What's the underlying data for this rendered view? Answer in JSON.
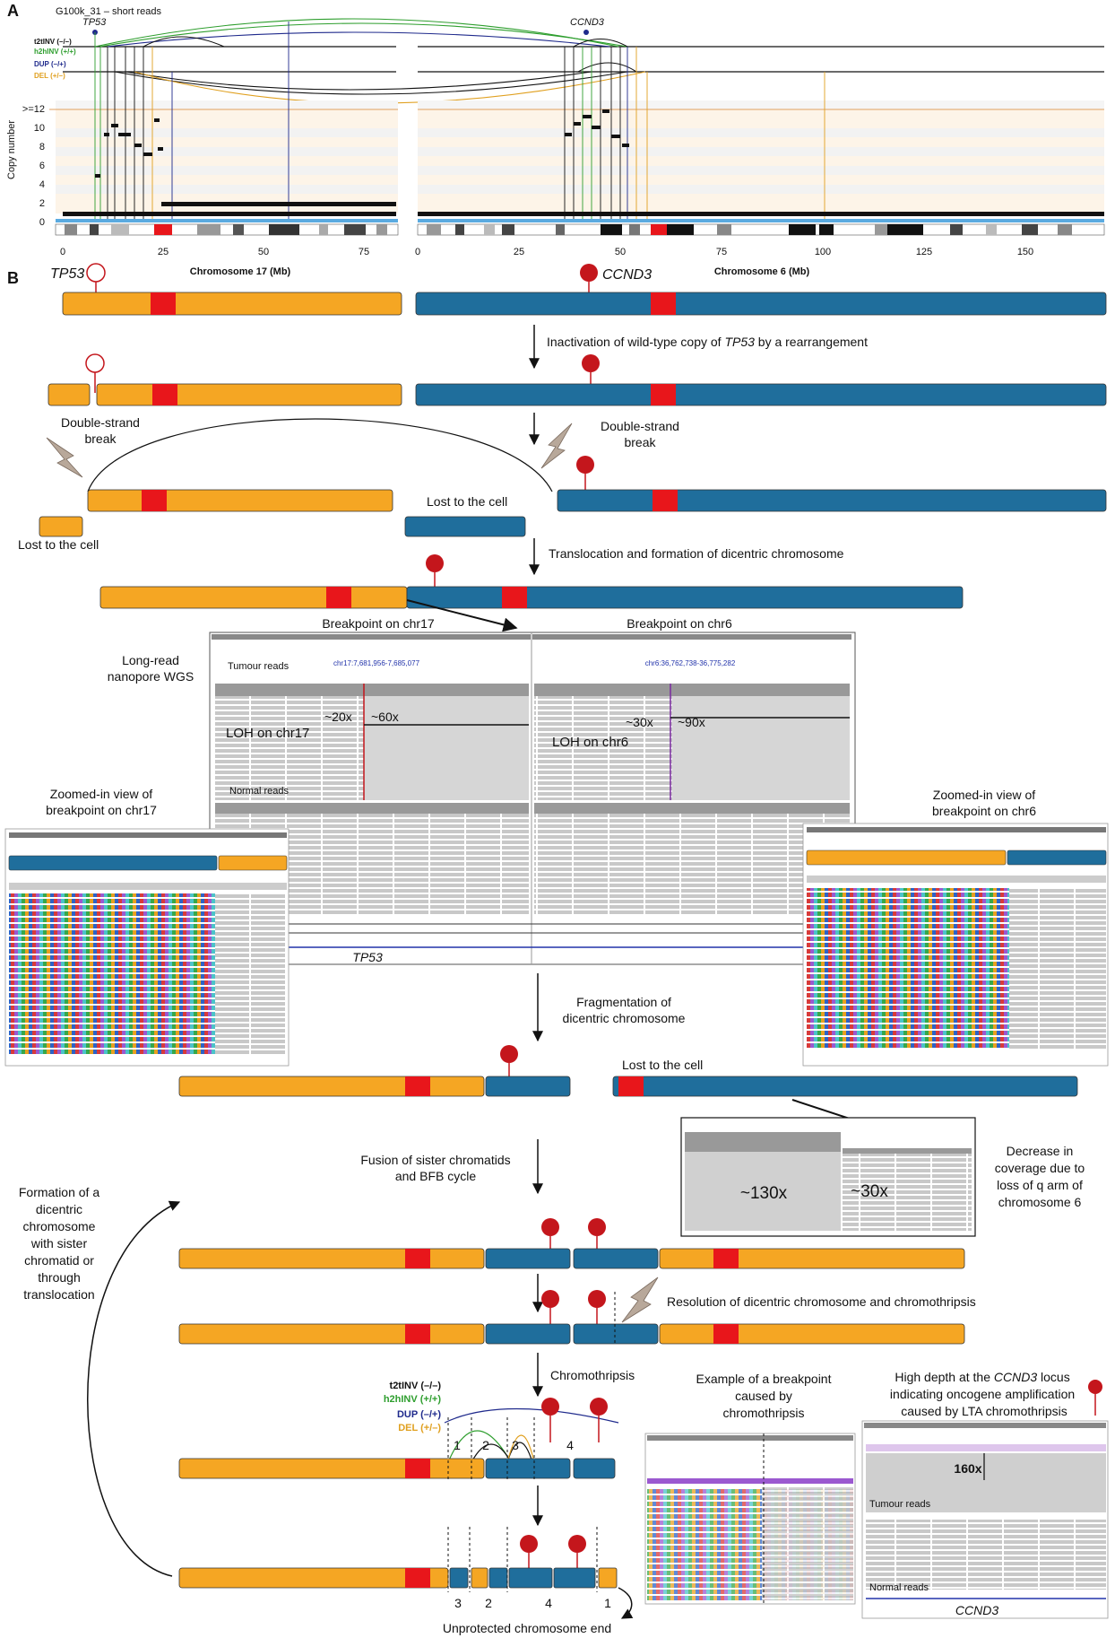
{
  "panels": {
    "a": "A",
    "b": "B"
  },
  "panel_a": {
    "sample": "G100k_31 – short reads",
    "genes": {
      "tp53": "TP53",
      "ccnd3": "CCND3"
    },
    "legend": [
      {
        "label": "t2tINV (–/–)",
        "color": "#111111"
      },
      {
        "label": "h2hINV (+/+)",
        "color": "#2e9e2e"
      },
      {
        "label": "DUP (–/+)",
        "color": "#1f2a8c"
      },
      {
        "label": "DEL (+/–)",
        "color": "#e0a020"
      }
    ],
    "ylabel": "Copy number",
    "yticks": [
      ">=12",
      "10",
      "8",
      "6",
      "4",
      "2",
      "0"
    ],
    "chr17": {
      "label": "Chromosome 17 (Mb)",
      "ticks": [
        "0",
        "25",
        "50",
        "75"
      ]
    },
    "chr6": {
      "label": "Chromosome 6 (Mb)",
      "ticks": [
        "0",
        "25",
        "50",
        "75",
        "100",
        "125",
        "150"
      ]
    }
  },
  "panel_b": {
    "tp53": "TP53",
    "ccnd3": "CCND3",
    "step1": "Inactivation of wild-type copy of ",
    "step1_gene": "TP53",
    "step1_tail": " by a rearrangement",
    "dsb_left": [
      "Double-strand",
      "break"
    ],
    "dsb_right": [
      "Double-strand",
      "break"
    ],
    "lost_left": "Lost to the cell",
    "lost_mid": "Lost to the cell",
    "step2": "Translocation and formation of dicentric chromosome",
    "bp_chr17": "Breakpoint on chr17",
    "bp_chr6": "Breakpoint on chr6",
    "longread": [
      "Long-read",
      "nanopore WGS"
    ],
    "tumour_reads": "Tumour reads",
    "normal_reads": "Normal reads",
    "cov_20": "~20x",
    "cov_60": "~60x",
    "cov_30": "~30x",
    "cov_90": "~90x",
    "loh17": "LOH on chr17",
    "loh6": "LOH on chr6",
    "locus17": "chr17:7,681,956-7,685,077",
    "locus6": "chr6:36,762,738-36,775,282",
    "zoom17": [
      "Zoomed-in view of",
      "breakpoint on chr17"
    ],
    "zoom6": [
      "Zoomed-in view of",
      "breakpoint on chr6"
    ],
    "tp53_track": "TP53",
    "frag": [
      "Fragmentation of",
      "dicentric chromosome"
    ],
    "lost_right": "Lost to the cell",
    "cov_130": "~130x",
    "cov_30b": "~30x",
    "decrease": [
      "Decrease in",
      "coverage due to",
      "loss of q arm of",
      "chromosome 6"
    ],
    "fusion": [
      "Fusion of sister chromatids",
      "and BFB cycle"
    ],
    "formation": [
      "Formation of a",
      "dicentric",
      "chromosome",
      "with sister",
      "chromatid or",
      "through",
      "translocation"
    ],
    "resolution": "Resolution of dicentric chromosome and chromothripsis",
    "chromothripsis": "Chromothripsis",
    "legend2": [
      "t2tINV (–/–)",
      "h2hINV (+/+)",
      "DUP (–/+)",
      "DEL (+/–)"
    ],
    "frag_nums": [
      "1",
      "2",
      "3",
      "4"
    ],
    "final_nums": [
      "3",
      "2",
      "4",
      "1"
    ],
    "example": [
      "Example of a breakpoint",
      "caused by",
      "chromothripsis"
    ],
    "highdepth": [
      "High depth at the ",
      "CCND3",
      " locus",
      "indicating oncogene amplification",
      "caused by LTA chromothripsis"
    ],
    "cov_160": "160x",
    "tumour_reads2": "Tumour reads",
    "normal_reads2": "Normal reads",
    "ccnd3_track": "CCND3",
    "unprotected": "Unprotected chromosome end"
  },
  "colors": {
    "chr17": "#f5a623",
    "chr6": "#1f6e9c",
    "centromere": "#e8161b",
    "pin": "#c4161c",
    "line": "#111111"
  }
}
